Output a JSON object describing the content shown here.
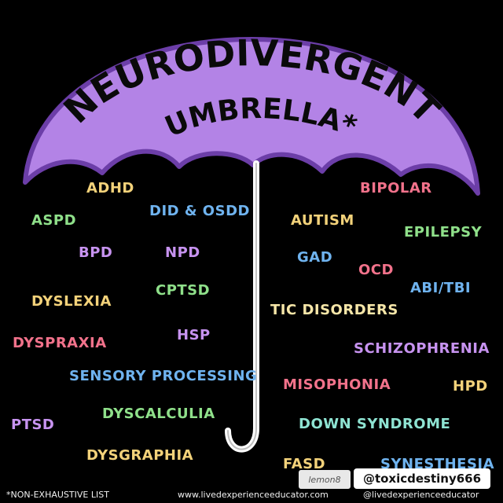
{
  "title": {
    "line1": "NEURODIVERGENT",
    "line2": "UMBRELLA*"
  },
  "terms": [
    {
      "text": "ADHD",
      "color": "#f3d27a"
    },
    {
      "text": "BIPOLAR",
      "color": "#f2728b"
    },
    {
      "text": "ASPD",
      "color": "#8fe08a"
    },
    {
      "text": "DID & OSDD",
      "color": "#6fb3ef"
    },
    {
      "text": "AUTISM",
      "color": "#f3d27a"
    },
    {
      "text": "EPILEPSY",
      "color": "#8fe08a"
    },
    {
      "text": "BPD",
      "color": "#c793f0"
    },
    {
      "text": "NPD",
      "color": "#c793f0"
    },
    {
      "text": "GAD",
      "color": "#6fb3ef"
    },
    {
      "text": "OCD",
      "color": "#f2728b"
    },
    {
      "text": "ABI/TBI",
      "color": "#6fb3ef"
    },
    {
      "text": "CPTSD",
      "color": "#8fe08a"
    },
    {
      "text": "DYSLEXIA",
      "color": "#f3d27a"
    },
    {
      "text": "TIC DISORDERS",
      "color": "#f6e6a8"
    },
    {
      "text": "HSP",
      "color": "#c793f0"
    },
    {
      "text": "DYSPRAXIA",
      "color": "#f2728b"
    },
    {
      "text": "SCHIZOPHRENIA",
      "color": "#c793f0"
    },
    {
      "text": "SENSORY PROCESSING",
      "color": "#6fb3ef"
    },
    {
      "text": "MISOPHONIA",
      "color": "#f2728b"
    },
    {
      "text": "HPD",
      "color": "#f3d27a"
    },
    {
      "text": "PTSD",
      "color": "#c793f0"
    },
    {
      "text": "DYSCALCULIA",
      "color": "#8fe08a"
    },
    {
      "text": "DOWN SYNDROME",
      "color": "#8ee3d2"
    },
    {
      "text": "DYSGRAPHIA",
      "color": "#f3d27a"
    },
    {
      "text": "FASD",
      "color": "#f3d27a"
    },
    {
      "text": "SYNESTHESIA",
      "color": "#6fb3ef"
    }
  ],
  "footer": {
    "note": "*NON-EXHAUSTIVE LIST",
    "website": "www.livedexperienceeducator.com",
    "handle": "@livedexperienceeducator"
  },
  "watermark": {
    "brand": "lemon8",
    "username": "@toxicdestiny666"
  },
  "colors": {
    "background": "#000000",
    "canopy": "#b383e6",
    "canopy_outline": "#6c3ea8",
    "handle": "#ffffff"
  }
}
